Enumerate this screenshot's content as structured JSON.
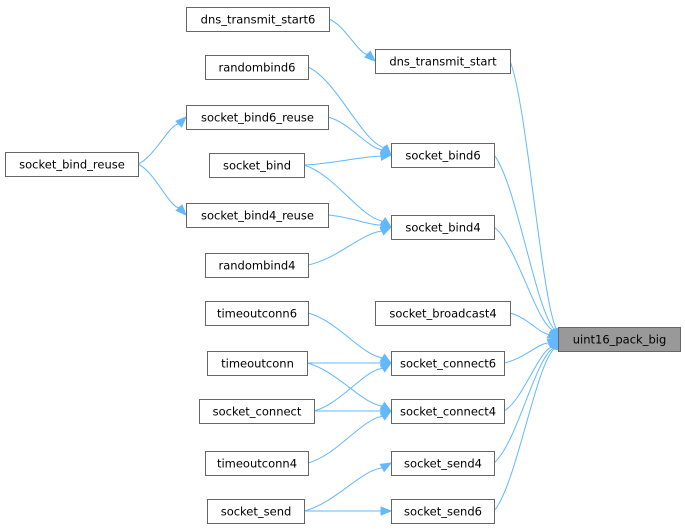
{
  "graph": {
    "nodes": [
      {
        "id": "uint16_pack_big",
        "label": "uint16_pack_big",
        "highlight": true
      },
      {
        "id": "dns_transmit_start",
        "label": "dns_transmit_start"
      },
      {
        "id": "dns_transmit_start6",
        "label": "dns_transmit_start6"
      },
      {
        "id": "socket_bind6",
        "label": "socket_bind6"
      },
      {
        "id": "randombind6",
        "label": "randombind6"
      },
      {
        "id": "socket_bind6_reuse",
        "label": "socket_bind6_reuse"
      },
      {
        "id": "socket_bind_reuse",
        "label": "socket_bind_reuse"
      },
      {
        "id": "socket_bind",
        "label": "socket_bind"
      },
      {
        "id": "socket_bind4",
        "label": "socket_bind4"
      },
      {
        "id": "socket_bind4_reuse",
        "label": "socket_bind4_reuse"
      },
      {
        "id": "randombind4",
        "label": "randombind4"
      },
      {
        "id": "socket_broadcast4",
        "label": "socket_broadcast4"
      },
      {
        "id": "socket_connect6",
        "label": "socket_connect6"
      },
      {
        "id": "timeoutconn6",
        "label": "timeoutconn6"
      },
      {
        "id": "timeoutconn",
        "label": "timeoutconn"
      },
      {
        "id": "socket_connect4",
        "label": "socket_connect4"
      },
      {
        "id": "socket_connect",
        "label": "socket_connect"
      },
      {
        "id": "timeoutconn4",
        "label": "timeoutconn4"
      },
      {
        "id": "socket_send4",
        "label": "socket_send4"
      },
      {
        "id": "socket_send6",
        "label": "socket_send6"
      },
      {
        "id": "socket_send",
        "label": "socket_send"
      }
    ],
    "edges": [
      {
        "from": "dns_transmit_start",
        "to": "uint16_pack_big"
      },
      {
        "from": "dns_transmit_start6",
        "to": "dns_transmit_start"
      },
      {
        "from": "socket_bind6",
        "to": "uint16_pack_big"
      },
      {
        "from": "randombind6",
        "to": "socket_bind6"
      },
      {
        "from": "socket_bind6_reuse",
        "to": "socket_bind6"
      },
      {
        "from": "socket_bind_reuse",
        "to": "socket_bind6_reuse"
      },
      {
        "from": "socket_bind_reuse",
        "to": "socket_bind4_reuse"
      },
      {
        "from": "socket_bind",
        "to": "socket_bind6"
      },
      {
        "from": "socket_bind",
        "to": "socket_bind4"
      },
      {
        "from": "socket_bind4",
        "to": "uint16_pack_big"
      },
      {
        "from": "socket_bind4_reuse",
        "to": "socket_bind4"
      },
      {
        "from": "randombind4",
        "to": "socket_bind4"
      },
      {
        "from": "socket_broadcast4",
        "to": "uint16_pack_big"
      },
      {
        "from": "socket_connect6",
        "to": "uint16_pack_big"
      },
      {
        "from": "timeoutconn6",
        "to": "socket_connect6"
      },
      {
        "from": "timeoutconn",
        "to": "socket_connect6"
      },
      {
        "from": "timeoutconn",
        "to": "socket_connect4"
      },
      {
        "from": "socket_connect",
        "to": "socket_connect6"
      },
      {
        "from": "socket_connect",
        "to": "socket_connect4"
      },
      {
        "from": "socket_connect4",
        "to": "uint16_pack_big"
      },
      {
        "from": "timeoutconn4",
        "to": "socket_connect4"
      },
      {
        "from": "socket_send4",
        "to": "uint16_pack_big"
      },
      {
        "from": "socket_send6",
        "to": "uint16_pack_big"
      },
      {
        "from": "socket_send",
        "to": "socket_send4"
      },
      {
        "from": "socket_send",
        "to": "socket_send6"
      }
    ]
  }
}
